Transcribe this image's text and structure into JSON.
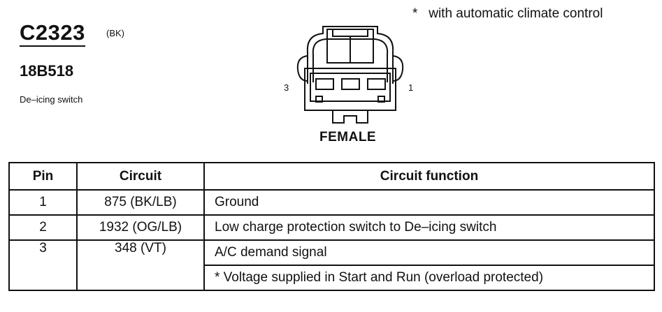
{
  "note": "*   with automatic climate control",
  "connector": {
    "id": "C2323",
    "color_code": "(BK)",
    "part_number": "18B518",
    "description": "De–icing switch",
    "pin_left_label": "3",
    "pin_right_label": "1",
    "gender": "FEMALE"
  },
  "table": {
    "headers": [
      "Pin",
      "Circuit",
      "Circuit function"
    ],
    "rows": [
      {
        "pin": "1",
        "circuit": "875 (BK/LB)",
        "function": "Ground"
      },
      {
        "pin": "2",
        "circuit": "1932 (OG/LB)",
        "function": "Low charge protection switch to De–icing switch"
      },
      {
        "pin": "3",
        "circuit": "348 (VT)",
        "function": "A/C demand signal",
        "extra_function": "* Voltage supplied in Start and Run (overload protected)"
      }
    ]
  }
}
